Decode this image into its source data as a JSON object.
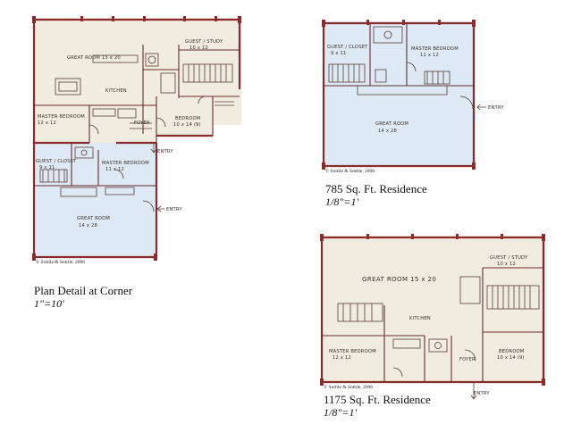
{
  "plans": {
    "corner": {
      "title": "Plan Detail at Corner",
      "scale": "1\"=10'",
      "copyright": "© Sottile & Sottile, 2006",
      "labels": {
        "great_room": "GREAT ROOM 15 x 20",
        "guest_study": "GUEST / STUDY",
        "guest_study_dim": "10 x 12",
        "kitchen": "KITCHEN",
        "master_bedroom": "MASTER BEDROOM",
        "master_bedroom_dim": "12 x 12",
        "bedroom": "BEDROOM",
        "bedroom_dim": "10 x 14 (9)",
        "foyer": "FOYER",
        "entry": "ENTRY",
        "guest_closet": "GUEST / CLOSET",
        "guest_closet_dim": "9 x 11",
        "master_bedroom2": "MASTER BEDROOM",
        "master_bedroom2_dim": "11 x 12",
        "great_room2": "GREAT ROOM",
        "great_room2_dim": "14 x 28",
        "entry2": "ENTRY"
      }
    },
    "small": {
      "title": "785 Sq. Ft. Residence",
      "scale": "1/8\"=1'",
      "copyright": "© Sottile & Sottile, 2006",
      "labels": {
        "guest_closet": "GUEST / CLOSET",
        "guest_closet_dim": "9 x 11",
        "master_bedroom": "MASTER BEDROOM",
        "master_bedroom_dim": "11 x 12",
        "great_room": "GREAT ROOM",
        "great_room_dim": "14 x 28",
        "entry": "ENTRY"
      }
    },
    "large": {
      "title": "1175 Sq. Ft. Residence",
      "scale": "1/8\"=1'",
      "copyright": "© Sottile & Sottile, 2006",
      "labels": {
        "great_room": "GREAT ROOM 15 x 20",
        "guest_study": "GUEST / STUDY",
        "guest_study_dim": "10 x 12",
        "kitchen": "KITCHEN",
        "master_bedroom": "MASTER BEDROOM",
        "master_bedroom_dim": "12 x 12",
        "bedroom": "BEDROOM",
        "bedroom_dim": "10 x 14 (9)",
        "foyer": "FOYER",
        "entry": "ENTRY"
      }
    }
  },
  "colors": {
    "wall": "#8b2c2c",
    "beige_fill": "#f1ece0",
    "blue_fill": "#dde9f5"
  }
}
